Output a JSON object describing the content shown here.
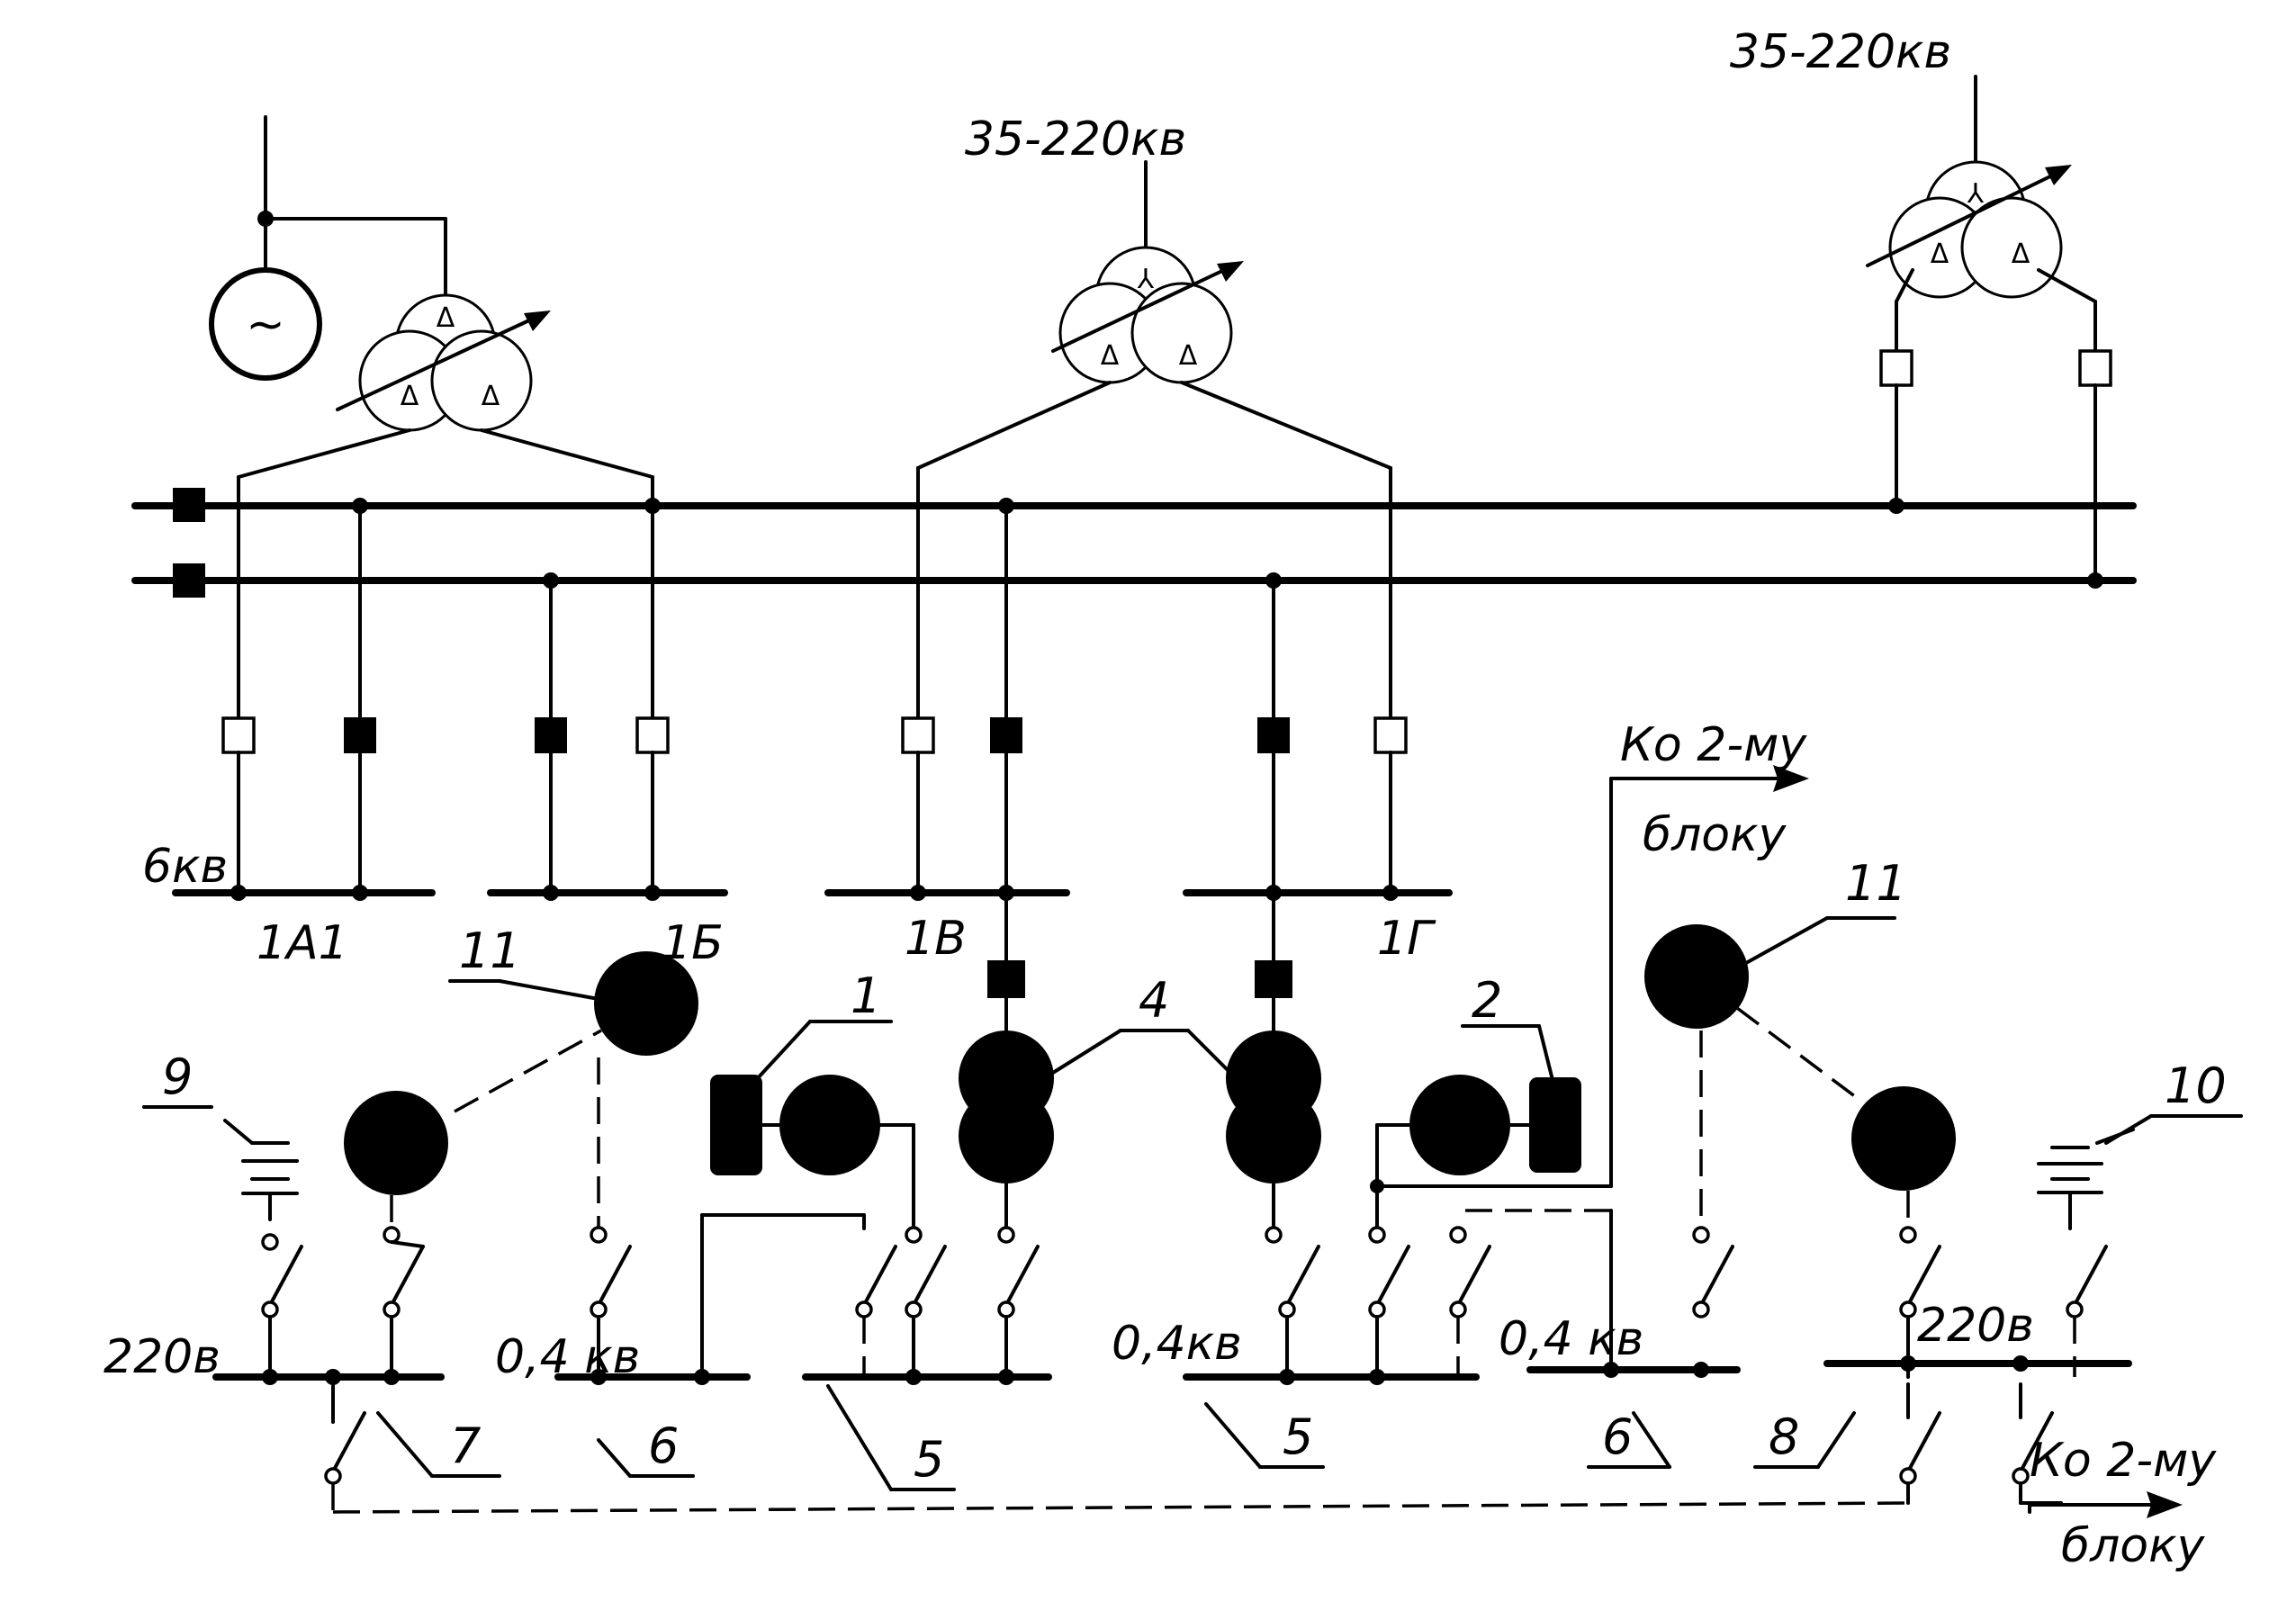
{
  "voltages": {
    "hv_left": "35-220кв",
    "hv_right": "35-220кв",
    "mv": "6кв",
    "lv": [
      "0,4 кв",
      "0,4кв",
      "0,4 кв"
    ],
    "dc": [
      "220в",
      "220в"
    ]
  },
  "bus_sections": [
    "1А1",
    "1Б",
    "1В",
    "1Г"
  ],
  "to_block": {
    "top": [
      "Ко 2-му",
      "блоку"
    ],
    "bottom": [
      "Ко 2-му",
      "блоку"
    ]
  },
  "callouts": [
    "1",
    "2",
    "4",
    "5",
    "5",
    "6",
    "6",
    "7",
    "8",
    "9",
    "10",
    "11",
    "11"
  ],
  "symbols": {
    "generator": "~",
    "winding": "Δ"
  }
}
